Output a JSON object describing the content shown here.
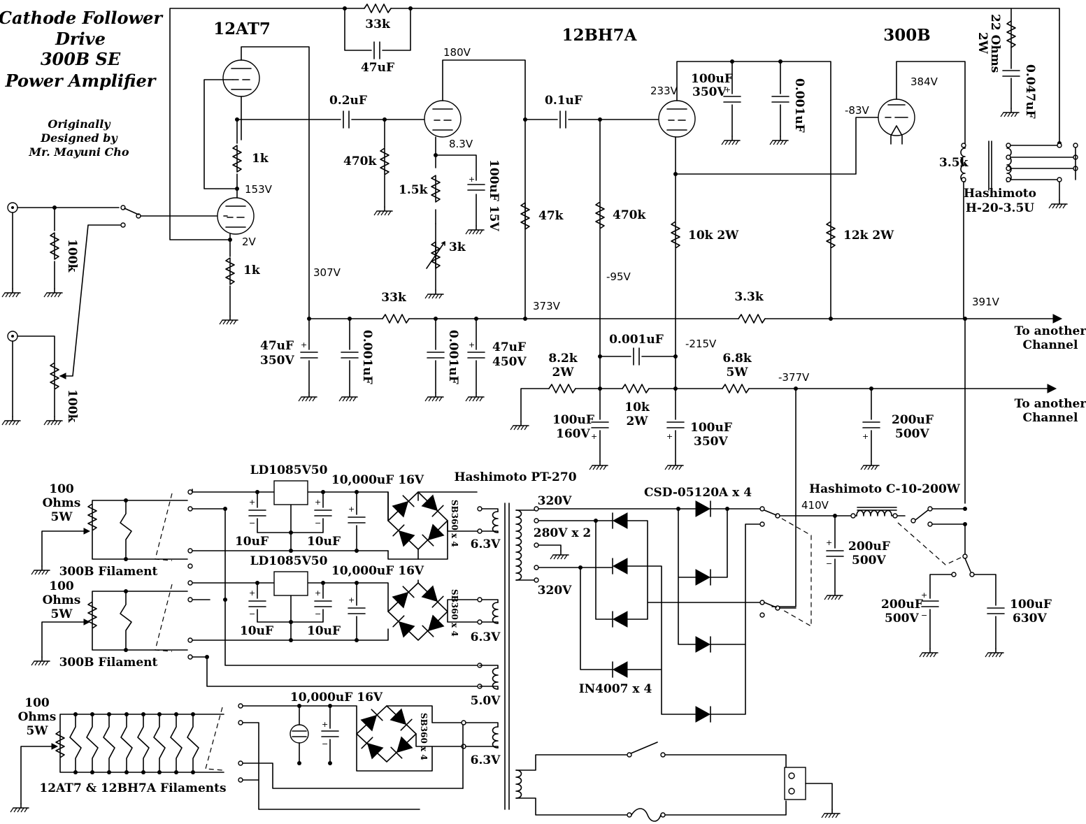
{
  "title": [
    "Cathode Follower",
    "Drive",
    "300B SE",
    "Power Amplifier"
  ],
  "credit": [
    "Originally",
    "Designed by",
    "Mr. Mayuni Cho"
  ],
  "tubes": {
    "t1": "12AT7",
    "t2": "12BH7A",
    "t3": "300B"
  },
  "input_pot": "100k",
  "input_res": "100k",
  "components": {
    "r_33k_fb": "33k",
    "c_47uF_fb": "47uF",
    "r_1k_a": "1k",
    "r_1k_b": "1k",
    "c_02uF": "0.2uF",
    "r_470k_a": "470k",
    "r_15k": "1.5k",
    "c_100uF_15V": "100uF 15V",
    "r_3k": "3k",
    "r_47k": "47k",
    "c_01uF": "0.1uF",
    "r_470k_b": "470k",
    "c_100uF_350V_top_a": "100uF",
    "c_100uF_350V_top_b": "350V",
    "c_0001uF_top": "0.001uF",
    "r_10k_2W": "10k 2W",
    "r_12k_2W": "12k 2W",
    "r_22": [
      "22 Ohms",
      "2W"
    ],
    "c_0047uF": "0.047uF",
    "r_33k_b": "33k",
    "r_3_3k": "3.3k",
    "c_47uF_350V": [
      "47uF",
      "350V"
    ],
    "c_0001uF_a": "0.001uF",
    "c_0001uF_b": "0.001uF",
    "c_47uF_450V": [
      "47uF",
      "450V"
    ],
    "r_8_2k": [
      "8.2k",
      "2W"
    ],
    "c_0001uF_mid": "0.001uF",
    "r_10k_2W_b": [
      "10k",
      "2W"
    ],
    "r_6_8k": [
      "6.8k",
      "5W"
    ],
    "c_100uF_160V": [
      "100uF",
      "160V"
    ],
    "c_100uF_350V": [
      "100uF",
      "350V"
    ],
    "c_200uF_500V_a": [
      "200uF",
      "500V"
    ],
    "opt": [
      "Hashimoto",
      "H-20-3.5U"
    ],
    "opt_z": "3.5k",
    "reg": "LD1085V50",
    "cap_10000": "10,000uF 16V",
    "cap_10uF": "10uF",
    "bridge": "SB360 x 4",
    "fil_pot": [
      "100",
      "Ohms",
      "5W"
    ],
    "fil_300b": "300B Filament",
    "fil_small": "12AT7 & 12BH7A Filaments",
    "pt": "Hashimoto PT-270",
    "sec_320a": "320V",
    "sec_280": "280V x 2",
    "sec_320b": "320V",
    "sec_63": "6.3V",
    "sec_50": "5.0V",
    "diodes_csd": "CSD-05120A x 4",
    "diodes_1n": "IN4007 x 4",
    "choke": "Hashimoto C-10-200W",
    "c_200uF_500V_b": [
      "200uF",
      "500V"
    ],
    "c_200uF_500V_c": [
      "200uF",
      "500V"
    ],
    "c_100uF_630V": [
      "100uF",
      "630V"
    ],
    "to_another": [
      "To another",
      "Channel"
    ]
  },
  "voltages": {
    "v180": "180V",
    "v83": "8.3V",
    "v153": "153V",
    "v2": "2V",
    "v307": "307V",
    "v373": "373V",
    "v233": "233V",
    "vn83": "-83V",
    "v384": "384V",
    "vn95": "-95V",
    "vn215": "-215V",
    "vn377": "-377V",
    "v391": "391V",
    "v410": "410V"
  }
}
